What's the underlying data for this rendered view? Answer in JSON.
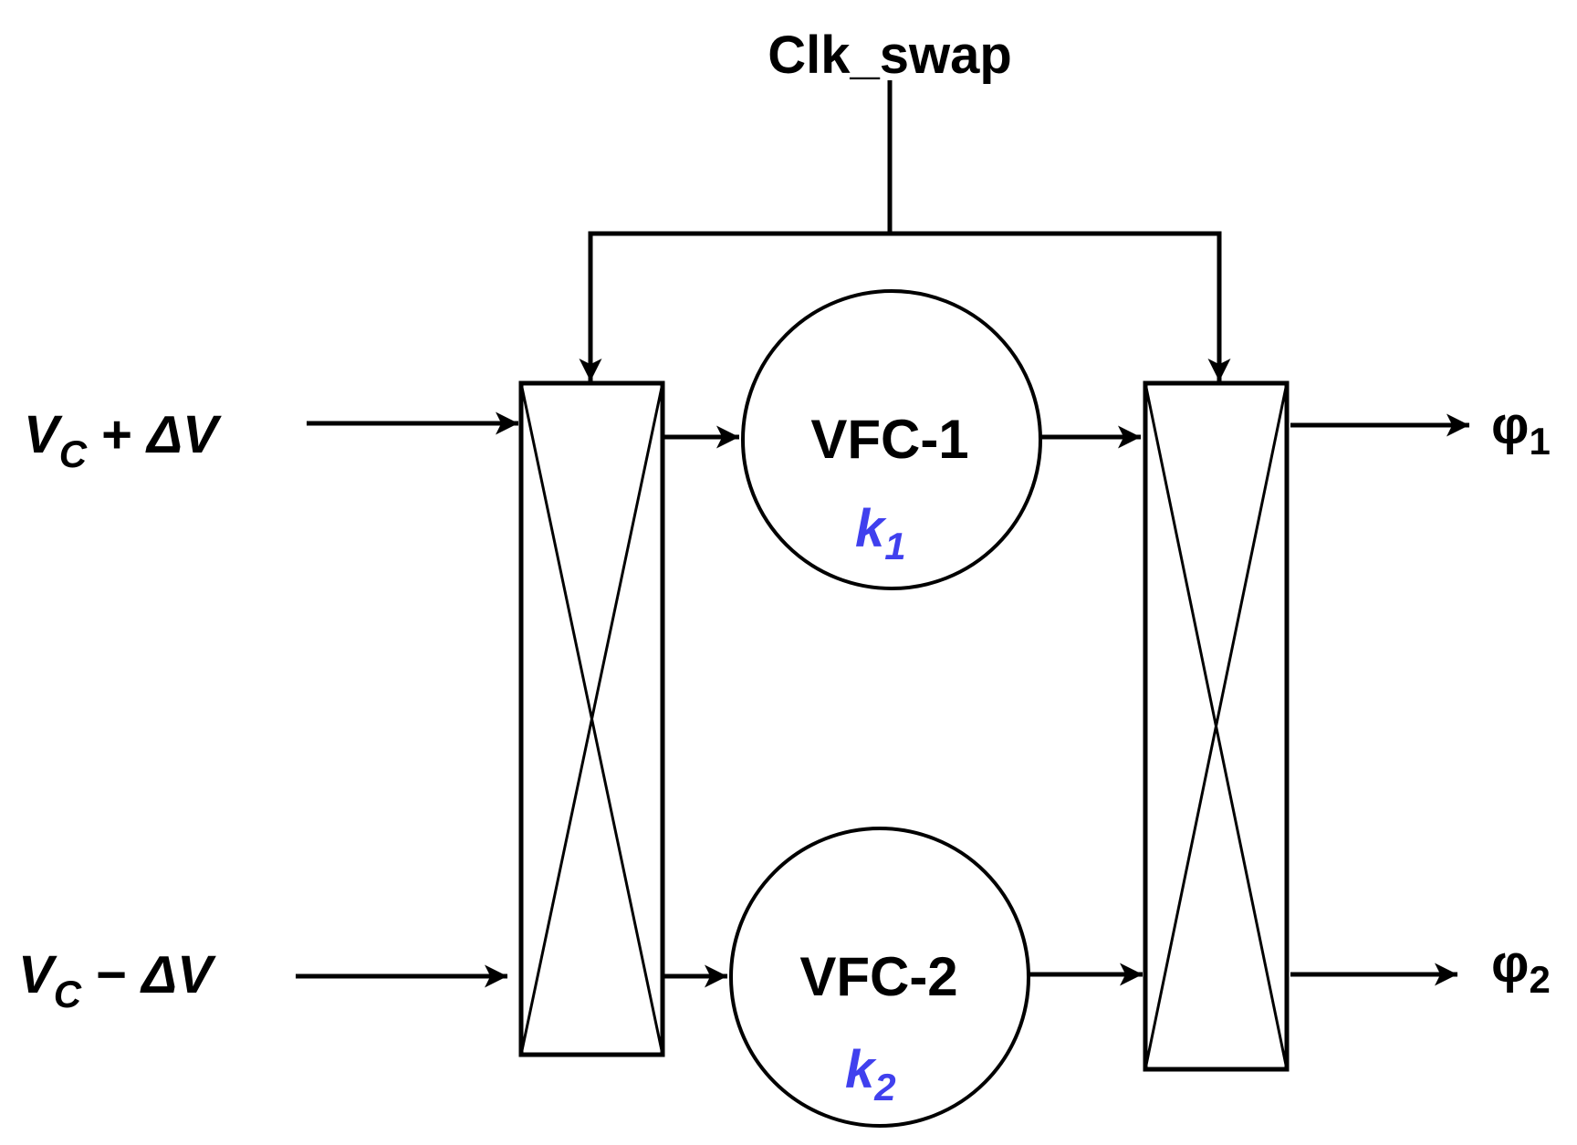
{
  "diagram": {
    "clock": {
      "label": "Clk_swap"
    },
    "inputs": [
      {
        "base": "V",
        "sub": "C",
        "op": "+",
        "delta": "ΔV"
      },
      {
        "base": "V",
        "sub": "C",
        "op": "−",
        "delta": "ΔV"
      }
    ],
    "converters": [
      {
        "label": "VFC-1",
        "gain_base": "k",
        "gain_sub": "1"
      },
      {
        "label": "VFC-2",
        "gain_base": "k",
        "gain_sub": "2"
      }
    ],
    "outputs": [
      {
        "base": "φ",
        "sub": "1"
      },
      {
        "base": "φ",
        "sub": "2"
      }
    ],
    "colors": {
      "line": "#000000",
      "gain": "#4040ee"
    }
  }
}
